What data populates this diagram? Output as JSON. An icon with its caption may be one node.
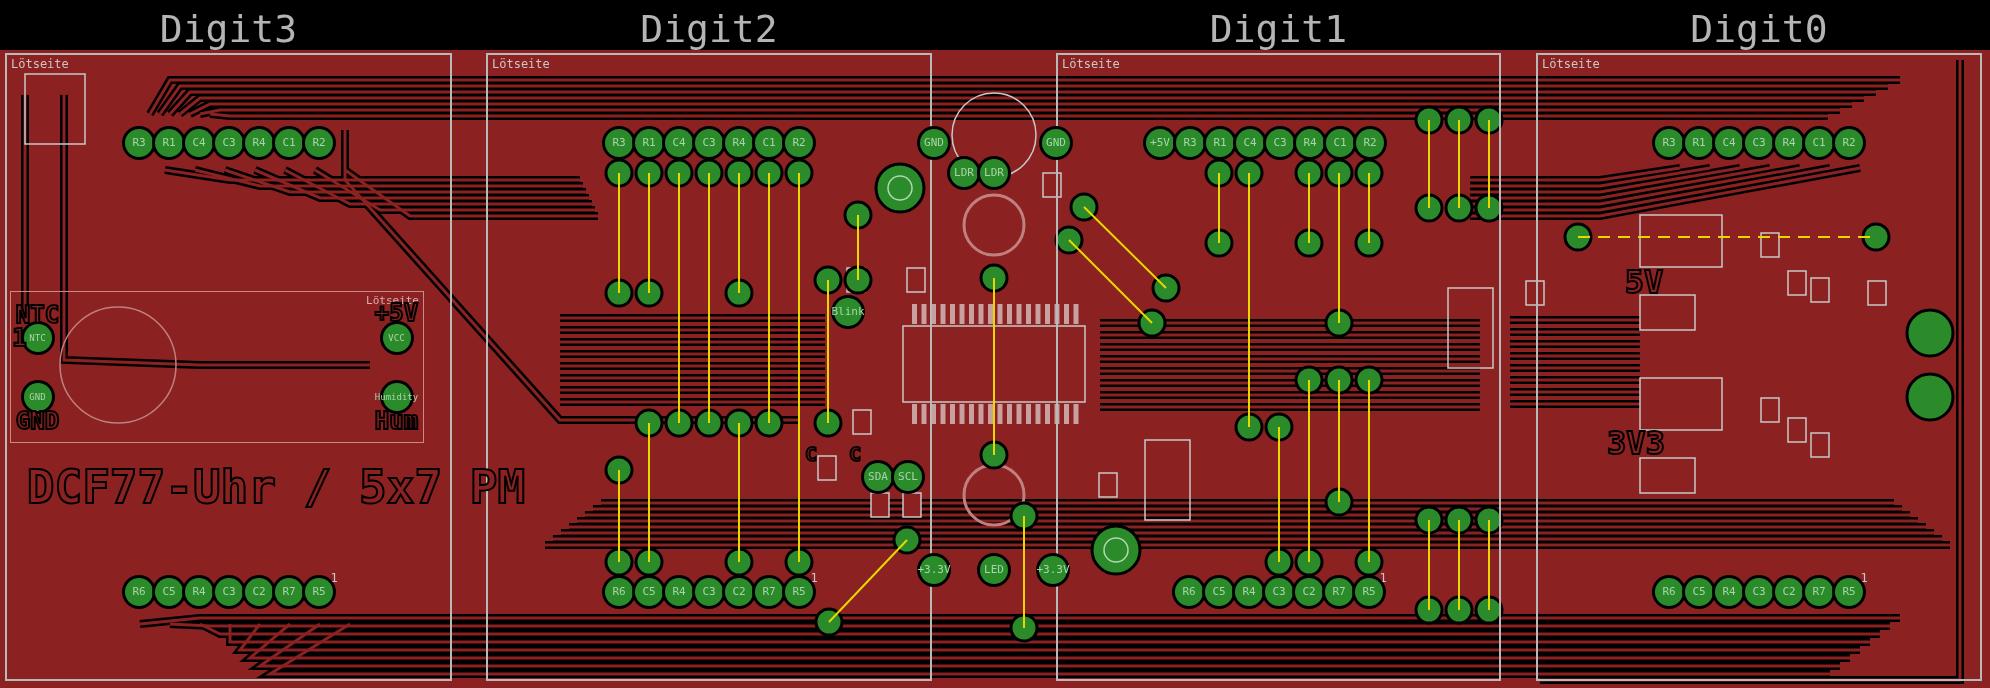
{
  "diagram": {
    "nodes": [
      {
        "text": [
          "Digit3",
          "Lötseite"
        ]
      },
      {
        "text": [
          "Lötseite"
        ],
        "in": 0
      },
      {
        "text": [
          "NTC"
        ],
        "beside": [
          "NTC",
          "1"
        ],
        "in": 1
      },
      {
        "text": [
          "VCC"
        ],
        "beside": [
          "+5V"
        ],
        "in": 1
      },
      {
        "text": [
          "GND"
        ],
        "beside": [
          "GND"
        ],
        "in": 1
      },
      {
        "text": [
          "Humidity"
        ],
        "beside": [
          "Hum"
        ],
        "in": 1
      },
      {
        "text": [
          "R3"
        ],
        "in": 0
      },
      {
        "text": [
          "R1"
        ],
        "in": 0
      },
      {
        "text": [
          "C4"
        ],
        "in": 0
      },
      {
        "text": [
          "C3"
        ],
        "in": 0
      },
      {
        "text": [
          "R4"
        ],
        "in": 0
      },
      {
        "text": [
          "C1"
        ],
        "in": 0
      },
      {
        "text": [
          "R2"
        ],
        "in": 0
      },
      {
        "text": [
          "R6"
        ],
        "in": 0
      },
      {
        "text": [
          "C5"
        ],
        "in": 0
      },
      {
        "text": [
          "R4"
        ],
        "in": 0
      },
      {
        "text": [
          "C3"
        ],
        "in": 0
      },
      {
        "text": [
          "C2"
        ],
        "in": 0
      },
      {
        "text": [
          "R7"
        ],
        "in": 0
      },
      {
        "text": [
          "R5"
        ],
        "in": 0
      },
      {
        "text": [
          "Digit2",
          "Lötseite"
        ]
      },
      {
        "text": [
          "R3"
        ],
        "in": 20
      },
      {
        "text": [
          "R1"
        ],
        "in": 20
      },
      {
        "text": [
          "C4"
        ],
        "in": 20
      },
      {
        "text": [
          "C3"
        ],
        "in": 20
      },
      {
        "text": [
          "R4"
        ],
        "in": 20
      },
      {
        "text": [
          "C1"
        ],
        "in": 20
      },
      {
        "text": [
          "R2"
        ],
        "in": 20
      },
      {
        "text": [
          "Blink"
        ],
        "in": 20
      },
      {
        "text": [
          "SDA"
        ],
        "in": 20
      },
      {
        "text": [
          "SCL"
        ],
        "in": 20
      },
      {
        "text": [
          "R6"
        ],
        "in": 20
      },
      {
        "text": [
          "C5"
        ],
        "in": 20
      },
      {
        "text": [
          "R4"
        ],
        "in": 20
      },
      {
        "text": [
          "C3"
        ],
        "in": 20
      },
      {
        "text": [
          "C2"
        ],
        "in": 20
      },
      {
        "text": [
          "R7"
        ],
        "in": 20
      },
      {
        "text": [
          "R5"
        ],
        "in": 20
      },
      {
        "text": [
          "GND"
        ]
      },
      {
        "text": [
          "LDR"
        ]
      },
      {
        "text": [
          "LDR"
        ]
      },
      {
        "text": [
          "GND"
        ]
      },
      {
        "text": [
          "+3.3V"
        ]
      },
      {
        "text": [
          "LED"
        ]
      },
      {
        "text": [
          "+3.3V"
        ]
      },
      {
        "text": [
          "Digit1",
          "Lötseite"
        ]
      },
      {
        "text": [
          "+5V"
        ],
        "in": 45
      },
      {
        "text": [
          "R3"
        ],
        "in": 45
      },
      {
        "text": [
          "R1"
        ],
        "in": 45
      },
      {
        "text": [
          "C4"
        ],
        "in": 45
      },
      {
        "text": [
          "C3"
        ],
        "in": 45
      },
      {
        "text": [
          "R4"
        ],
        "in": 45
      },
      {
        "text": [
          "C1"
        ],
        "in": 45
      },
      {
        "text": [
          "R2"
        ],
        "in": 45
      },
      {
        "text": [
          "R6"
        ],
        "in": 45
      },
      {
        "text": [
          "C5"
        ],
        "in": 45
      },
      {
        "text": [
          "R4"
        ],
        "in": 45
      },
      {
        "text": [
          "C3"
        ],
        "in": 45
      },
      {
        "text": [
          "C2"
        ],
        "in": 45
      },
      {
        "text": [
          "R7"
        ],
        "in": 45
      },
      {
        "text": [
          "R5"
        ],
        "in": 45
      },
      {
        "text": [
          "Digit0",
          "Lötseite"
        ]
      },
      {
        "text": [
          "R3"
        ],
        "in": 61
      },
      {
        "text": [
          "R1"
        ],
        "in": 61
      },
      {
        "text": [
          "C4"
        ],
        "in": 61
      },
      {
        "text": [
          "C3"
        ],
        "in": 61
      },
      {
        "text": [
          "R4"
        ],
        "in": 61
      },
      {
        "text": [
          "C1"
        ],
        "in": 61
      },
      {
        "text": [
          "R2"
        ],
        "in": 61
      },
      {
        "text": [
          "R6"
        ],
        "in": 61
      },
      {
        "text": [
          "C5"
        ],
        "in": 61
      },
      {
        "text": [
          "R4"
        ],
        "in": 61
      },
      {
        "text": [
          "C3"
        ],
        "in": 61
      },
      {
        "text": [
          "C2"
        ],
        "in": 61
      },
      {
        "text": [
          "R7"
        ],
        "in": 61
      },
      {
        "text": [
          "R5"
        ],
        "in": 61
      }
    ],
    "labels": [
      "5V",
      "3V3",
      "C",
      "C",
      "DCF77-Uhr / 5x7 PM",
      "1",
      "1",
      "1",
      "1"
    ]
  }
}
